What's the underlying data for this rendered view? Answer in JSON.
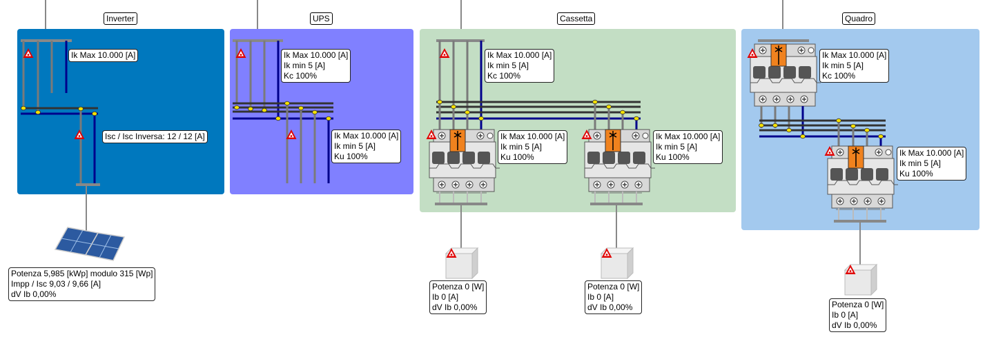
{
  "panels": {
    "inverter": {
      "title": "Inverter",
      "color": "#0078be"
    },
    "ups": {
      "title": "UPS",
      "color": "#8080ff"
    },
    "cassetta": {
      "title": "Cassetta",
      "color": "#c3dec4"
    },
    "quadro": {
      "title": "Quadro",
      "color": "#a3c9ee"
    }
  },
  "labels": {
    "inverter_bus": [
      "Ik Max 10.000 [A]"
    ],
    "inverter_isc": [
      "Isc / Isc Inversa: 12 / 12 [A]"
    ],
    "ups_bus": [
      "Ik Max 10.000 [A]",
      "Ik min 5 [A]",
      "Kc 100%"
    ],
    "ups_out": [
      "Ik Max 10.000 [A]",
      "Ik min 5 [A]",
      "Ku 100%"
    ],
    "cassetta_bus": [
      "Ik Max 10.000 [A]",
      "Ik min 5 [A]",
      "Kc 100%"
    ],
    "cassetta_sw1": [
      "Ik Max 10.000 [A]",
      "Ik min 5 [A]",
      "Ku 100%"
    ],
    "cassetta_sw2": [
      "Ik Max 10.000 [A]",
      "Ik min 5 [A]",
      "Ku 100%"
    ],
    "quadro_bus": [
      "Ik Max 10.000 [A]",
      "Ik min 5 [A]",
      "Kc 100%"
    ],
    "quadro_sw": [
      "Ik Max 10.000 [A]",
      "Ik min 5 [A]",
      "Ku 100%"
    ],
    "pv": [
      "Potenza 5,985 [kWp] modulo 315 [Wp]",
      "Impp / Isc 9,03 / 9,66 [A]",
      "dV Ib 0,00%"
    ],
    "load1": [
      "Potenza 0 [W]",
      "Ib 0 [A]",
      "dV Ib 0,00%"
    ],
    "load2": [
      "Potenza 0 [W]",
      "Ib 0 [A]",
      "dV Ib 0,00%"
    ],
    "load3": [
      "Potenza 0 [W]",
      "Ib 0 [A]",
      "dV Ib 0,00%"
    ]
  },
  "colors": {
    "wire_grey": "#7a7a7a",
    "neutral_blue": "#00008b",
    "bus_dark": "#333333",
    "breaker_orange": "#f0821e",
    "warning_red": "#e00000",
    "node_yellow": "#f5e000"
  },
  "icons": [
    "warning-icon",
    "breaker-icon",
    "solar-panel-icon",
    "load-box-icon"
  ]
}
